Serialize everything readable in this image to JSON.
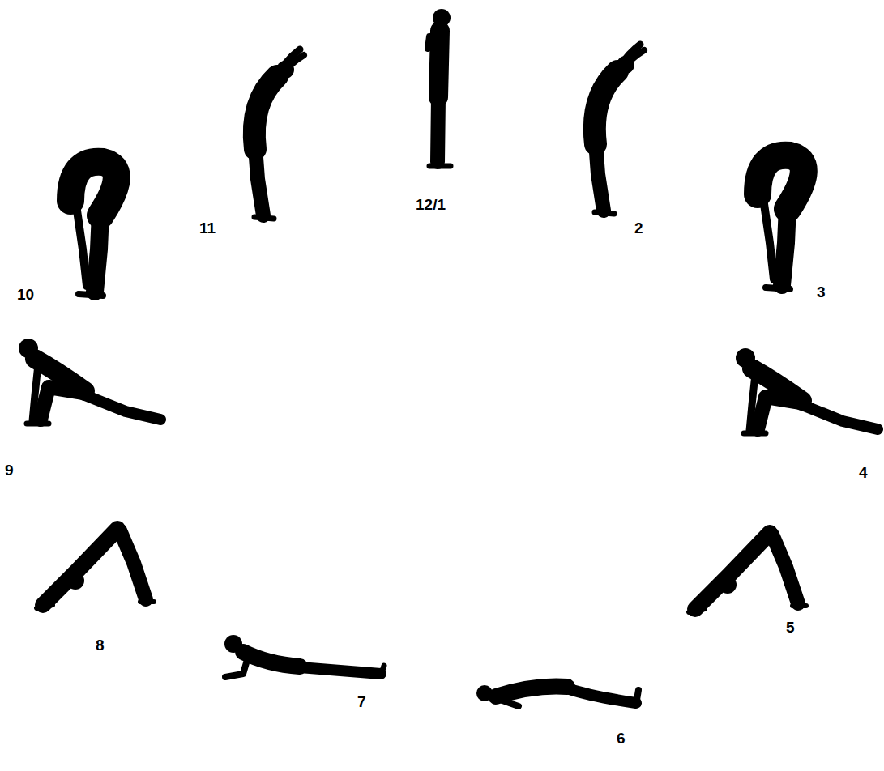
{
  "diagram": {
    "labels": [
      "12/1",
      "2",
      "3",
      "4",
      "5",
      "6",
      "7",
      "8",
      "9",
      "10",
      "11"
    ]
  }
}
